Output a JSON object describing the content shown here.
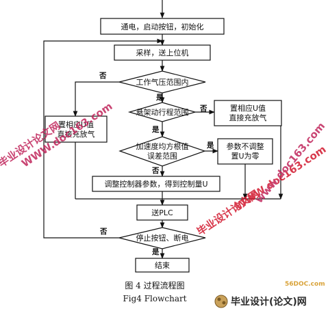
{
  "flowchart": {
    "nodes": {
      "power_on": "通电，启动按钮，初始化",
      "sample": "采样，送上位机",
      "pressure_check": "工作气压范围内",
      "frame_check": "悬架动行程范围",
      "set_u_direct": "置相应U值\n直接充放气",
      "accel_check": "加速度均方根值\n误差范围",
      "params_unchanged": "参数不调整\n置U为零",
      "adjust": "调整控制器参数，得到控制量U",
      "left_set_u": "置相应U值\n直接充放气",
      "send_plc": "送PLC",
      "stop_check": "停止按钮、断电",
      "end": "结束"
    },
    "edges": {
      "yes": "是",
      "no": "否"
    }
  },
  "watermarks": {
    "left": "毕业设计论文网",
    "left_url": "WWW.doc163.com",
    "right": "毕业设计论文网",
    "right_url": "WWW.doc163.com",
    "side_url": "www.doc163.com"
  },
  "caption": {
    "cn": "图 4  过程流程图",
    "en": "Fig4 Flowchart"
  },
  "logo": {
    "url": "56DOC.com",
    "text": "毕业设计(论文)网"
  },
  "colors": {
    "line": "#111111",
    "watermark_pink": "#c0245a",
    "watermark_red": "#d1162c"
  }
}
